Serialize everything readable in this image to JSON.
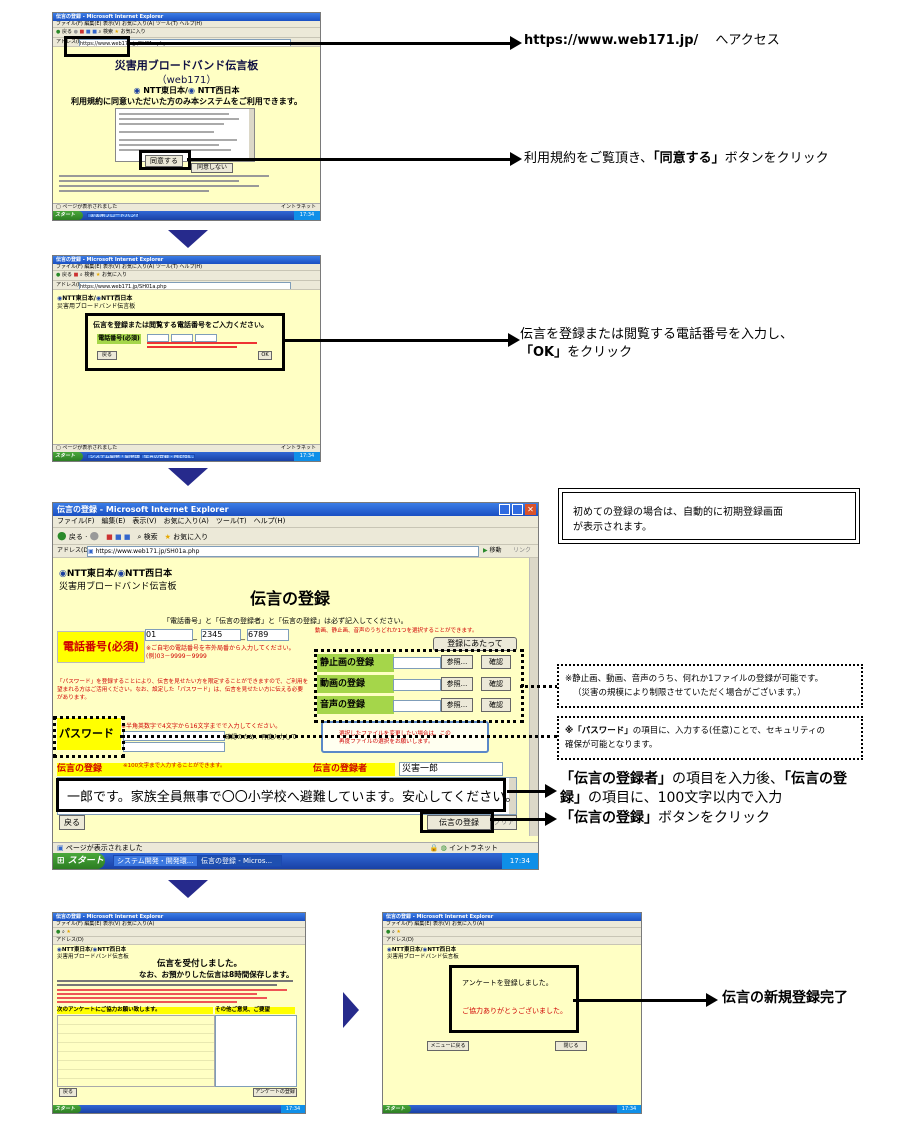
{
  "ie_title": "伝言の登録 - Microsoft Internet Explorer",
  "ie_menu": [
    "ファイル(F)",
    "編集(E)",
    "表示(V)",
    "お気に入り(A)",
    "ツール(T)",
    "ヘルプ(H)"
  ],
  "toolbar": {
    "back": "戻る",
    "search": "検索",
    "favorites": "お気に入り"
  },
  "address_label": "アドレス(D)",
  "address_url": "https://www.web171.jp/SH01a.php",
  "go_label": "移動",
  "links_label": "リンク",
  "brand": {
    "east": "NTT東日本",
    "west": "NTT西日本",
    "sep": "/",
    "service": "災害用ブロードバンド伝言板"
  },
  "status_text": "ページが表示されました",
  "intranet": "イントラネット",
  "taskbar": {
    "start": "スタート",
    "task1": "システム開発・開発環...",
    "task2": "伝言の登録 - Micros...",
    "clock": "17:34"
  },
  "screen1": {
    "title1": "災害用ブロードバンド伝言板",
    "title2": "（web171）",
    "subtitle": "利用規約に同意いただいた方のみ本システムをご利用できます。",
    "agree": "同意する",
    "disagree": "同意しない",
    "task": "災害用ブロードバンド"
  },
  "screen2": {
    "prompt": "伝言を登録または閲覧する電話番号をご入力ください。",
    "phone_label": "電話番号(必須)",
    "back": "戻る",
    "ok": "OK"
  },
  "screen3": {
    "page_title": "伝言の登録",
    "required_note": "「電話番号」と「伝言の登録者」と「伝言の登録」は必ず記入してください。",
    "media_note": "動画、静止画、音声のうちどれか1つを選択することができます。",
    "phone_label": "電話番号(必須)",
    "phone1": "01",
    "phone2": "2345",
    "phone3": "6789",
    "phone_help1": "※ご自宅の電話番号を市外局番から入力してください。",
    "phone_help2": "(例)03－9999－9999",
    "register_before": "登録にあたって",
    "still": "静止画の登録",
    "video": "動画の登録",
    "audio": "音声の登録",
    "browse": "参照...",
    "confirm": "確認",
    "pw_desc1": "「パスワード」を登録することにより、伝言を見せたい方を限定することができますので、ご利用を",
    "pw_desc2": "望まれる方はご活用ください。なお、設定した「パスワード」は、伝言を見せたい方に伝える必要",
    "pw_desc3": "があります。",
    "password_label": "パスワード",
    "pw_help": "※半角英数字で4文字から16文字までで入力してください。",
    "pw_confirm": "確認のため、再度入力して",
    "change_file1": "選択したファイルを変更したい場合は、この",
    "change_file2": "再度ファイルの選択をお願いします。",
    "msg_label": "伝言の登録",
    "msg_help": "※100文字まで入力することができます。",
    "registrant_label": "伝言の登録者",
    "registrant": "災害一郎",
    "message": "一郎です。家族全員無事で〇〇小学校へ避難しています。安心してください。",
    "back": "戻る",
    "submit": "伝言の登録",
    "clear": "クリア"
  },
  "screen4": {
    "line1": "伝言を受付しました。",
    "line2": "なお、お預かりした伝言は8時間保存します。",
    "survey_head": "次のアンケートにご協力お願い致します。",
    "other_head": "その他ご意見、ご要望",
    "back": "戻る",
    "survey_btn": "アンケートの登録"
  },
  "screen5": {
    "line1": "アンケートを登録しました。",
    "line2": "ご協力ありがとうございました。",
    "menu_back": "メニューに戻る",
    "close": "閉じる"
  },
  "annotations": {
    "a1_url": "https://www.web171.jp/",
    "a1_suffix": "へアクセス",
    "a2_pre": "利用規約をご覧頂き、",
    "a2_bold": "「同意する」",
    "a2_post": "ボタンをクリック",
    "a3_line1": "伝言を登録または閲覧する電話番号を入力し、",
    "a3_bold": "「OK」",
    "a3_post": "をクリック",
    "note_first1": "初めての登録の場合は、自動的に初期登録画面",
    "note_first2": "が表示されます。",
    "note_media1": "※静止画、動画、音声のうち、何れか1ファイルの登録が可能です。",
    "note_media2": "（災害の規模により制限させていただく場合がございます。）",
    "note_pw_bold": "※「パスワード」",
    "note_pw_post": "の項目に、入力する(任意)ことで、セキュリティの",
    "note_pw2": "確保が可能となります。",
    "a4_b1": "「伝言の登録者」",
    "a4_m1": "の項目を入力後、",
    "a4_b2": "「伝言の登",
    "a4_b3": "録」",
    "a4_m2": "の項目に、100文字以内で入力",
    "a5_bold": "「伝言の登録」",
    "a5_post": "ボタンをクリック",
    "done": "伝言の新規登録完了"
  }
}
